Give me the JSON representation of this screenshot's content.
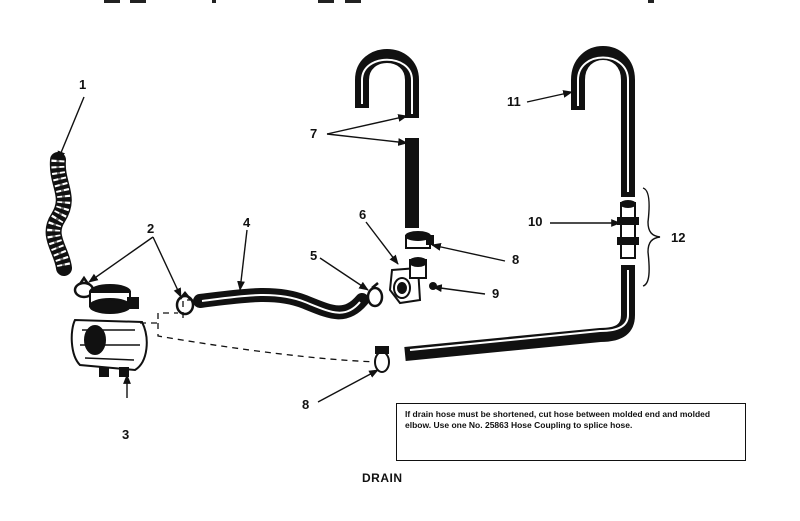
{
  "diagram": {
    "caption": "DRAIN",
    "note": "If drain hose must be shortened, cut hose between molded end and molded elbow. Use one No. 25863 Hose Coupling to splice hose.",
    "callouts": {
      "n1": "1",
      "n2": "2",
      "n3": "3",
      "n4": "4",
      "n5": "5",
      "n6": "6",
      "n7": "7",
      "n8a": "8",
      "n8b": "8",
      "n9": "9",
      "n10": "10",
      "n11": "11",
      "n12": "12"
    },
    "parts": [
      "corrugated-hose-icon",
      "hose-clamp-icon",
      "pump-icon",
      "pump-hose-icon",
      "clamp-icon",
      "elbow-icon",
      "drain-hose-u-icon",
      "clamp-icon",
      "screw-icon",
      "hose-coupling-icon",
      "drain-hose-icon"
    ]
  }
}
